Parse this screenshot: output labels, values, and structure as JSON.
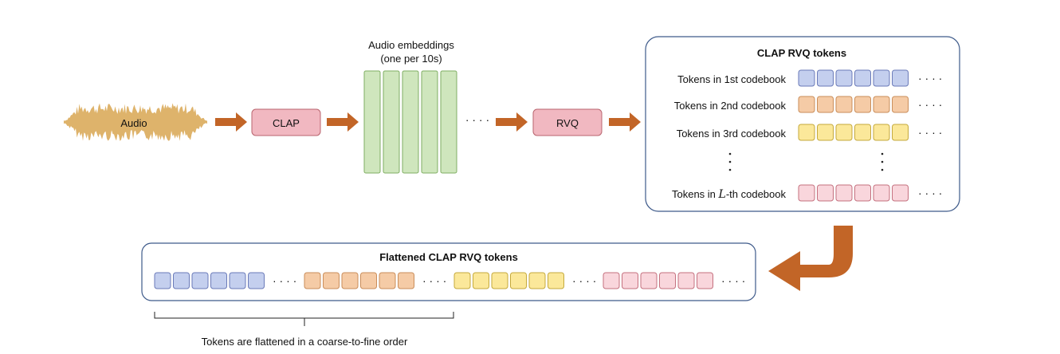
{
  "audio_label": "Audio",
  "clap_label": "CLAP",
  "embeddings_title_line1": "Audio embeddings",
  "embeddings_title_line2": "(one per 10s)",
  "rvq_label": "RVQ",
  "rvq_tokens_panel": {
    "title": "CLAP RVQ tokens",
    "rows": [
      {
        "label": "Tokens in 1st codebook",
        "color": "blue"
      },
      {
        "label": "Tokens in 2nd codebook",
        "color": "orange"
      },
      {
        "label": "Tokens in 3rd codebook",
        "color": "yellow"
      },
      {
        "label_prefix": "Tokens in ",
        "label_var": "L",
        "label_suffix": "-th codebook",
        "color": "pink"
      }
    ]
  },
  "flattened_panel": {
    "title": "Flattened CLAP RVQ tokens",
    "groups": [
      "blue",
      "orange",
      "yellow",
      "pink"
    ]
  },
  "bracket_caption": "Tokens are flattened in a coarse-to-fine order",
  "colors": {
    "blue": {
      "fill": "#c4cfee",
      "stroke": "#6a7ab8"
    },
    "orange": {
      "fill": "#f5cba6",
      "stroke": "#c98d5a"
    },
    "yellow": {
      "fill": "#fbe89a",
      "stroke": "#c4a93c"
    },
    "pink": {
      "fill": "#f9d6dc",
      "stroke": "#c4707e"
    },
    "green": {
      "fill": "#cfe6bd",
      "stroke": "#7fae63"
    },
    "block": {
      "fill": "#f1b8c1",
      "stroke": "#b9656f"
    },
    "arrow": "#c26527",
    "waveform": "#deb36b"
  }
}
